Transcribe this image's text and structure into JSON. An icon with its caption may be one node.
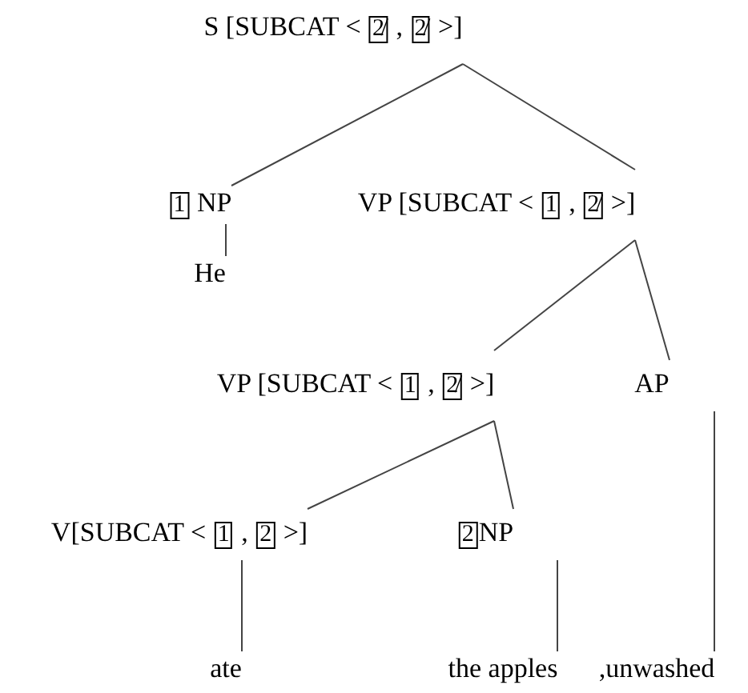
{
  "diagram": {
    "nodes": [
      {
        "text": [
          "S [SUBCAT < 2̸ , 2̸ >]"
        ]
      },
      {
        "text": [
          "1 NP"
        ]
      },
      {
        "text": [
          "VP [SUBCAT < 1 , 2̸ >]"
        ]
      },
      {
        "text": [
          "He"
        ]
      },
      {
        "text": [
          "VP [SUBCAT < 1 , 2̸ >]"
        ]
      },
      {
        "text": [
          "AP"
        ]
      },
      {
        "text": [
          "V[SUBCAT < 1 , 2 >]"
        ]
      },
      {
        "text": [
          "2NP"
        ]
      },
      {
        "text": [
          "ate"
        ]
      },
      {
        "text": [
          "the apples"
        ]
      },
      {
        "text": [
          ",unwashed"
        ]
      }
    ],
    "edges": [
      {
        "from": 0,
        "to": 1,
        "arrow": "none"
      },
      {
        "from": 0,
        "to": 2,
        "arrow": "none"
      },
      {
        "from": 1,
        "to": 3,
        "arrow": "none"
      },
      {
        "from": 2,
        "to": 4,
        "arrow": "none"
      },
      {
        "from": 2,
        "to": 5,
        "arrow": "none"
      },
      {
        "from": 4,
        "to": 6,
        "arrow": "none"
      },
      {
        "from": 4,
        "to": 7,
        "arrow": "none"
      },
      {
        "from": 6,
        "to": 8,
        "arrow": "none"
      },
      {
        "from": 7,
        "to": 9,
        "arrow": "none"
      },
      {
        "from": 5,
        "to": 10,
        "arrow": "none"
      }
    ]
  }
}
